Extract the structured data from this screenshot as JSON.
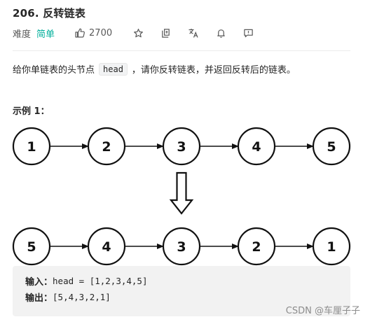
{
  "problem": {
    "title": "206. 反转链表",
    "difficulty_label": "难度",
    "difficulty": "简单",
    "likes": "2700",
    "description_before": "给你单链表的头节点",
    "description_code": "head",
    "description_after": "，请你反转链表，并返回反转后的链表。"
  },
  "toolbar": {
    "icons": [
      "thumbs-up-icon",
      "star-icon",
      "share-icon",
      "translate-icon",
      "bell-icon",
      "feedback-icon"
    ]
  },
  "example": {
    "title": "示例 1：",
    "input_list": [
      "1",
      "2",
      "3",
      "4",
      "5"
    ],
    "output_list": [
      "5",
      "4",
      "3",
      "2",
      "1"
    ],
    "input_label": "输入：",
    "input_value": "head = [1,2,3,4,5]",
    "output_label": "输出：",
    "output_value": "[5,4,3,2,1]"
  },
  "watermark": "CSDN @车厘子子",
  "colors": {
    "difficulty_easy": "#00af9b",
    "io_background": "#f2f2f2"
  }
}
